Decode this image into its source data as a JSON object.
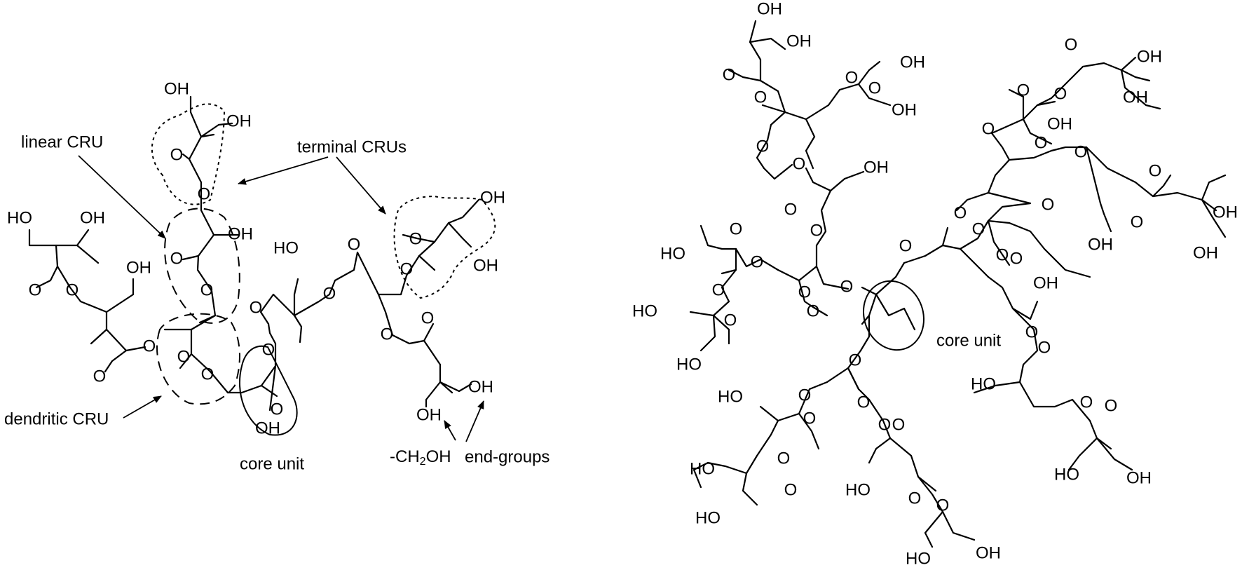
{
  "labels": {
    "linear_cru": "linear CRU",
    "terminal_crus": "terminal CRUs",
    "dendritic_cru": "dendritic CRU",
    "core_unit_left": "core unit",
    "core_unit_right": "core unit",
    "ch2oh_prefix": "-CH",
    "ch2oh_sub": "2",
    "ch2oh_suffix": "OH",
    "end_groups": "end-groups"
  },
  "atoms": {
    "hydroxyl": "OH",
    "hydroxyl_left": "HO",
    "oxygen": "O"
  }
}
